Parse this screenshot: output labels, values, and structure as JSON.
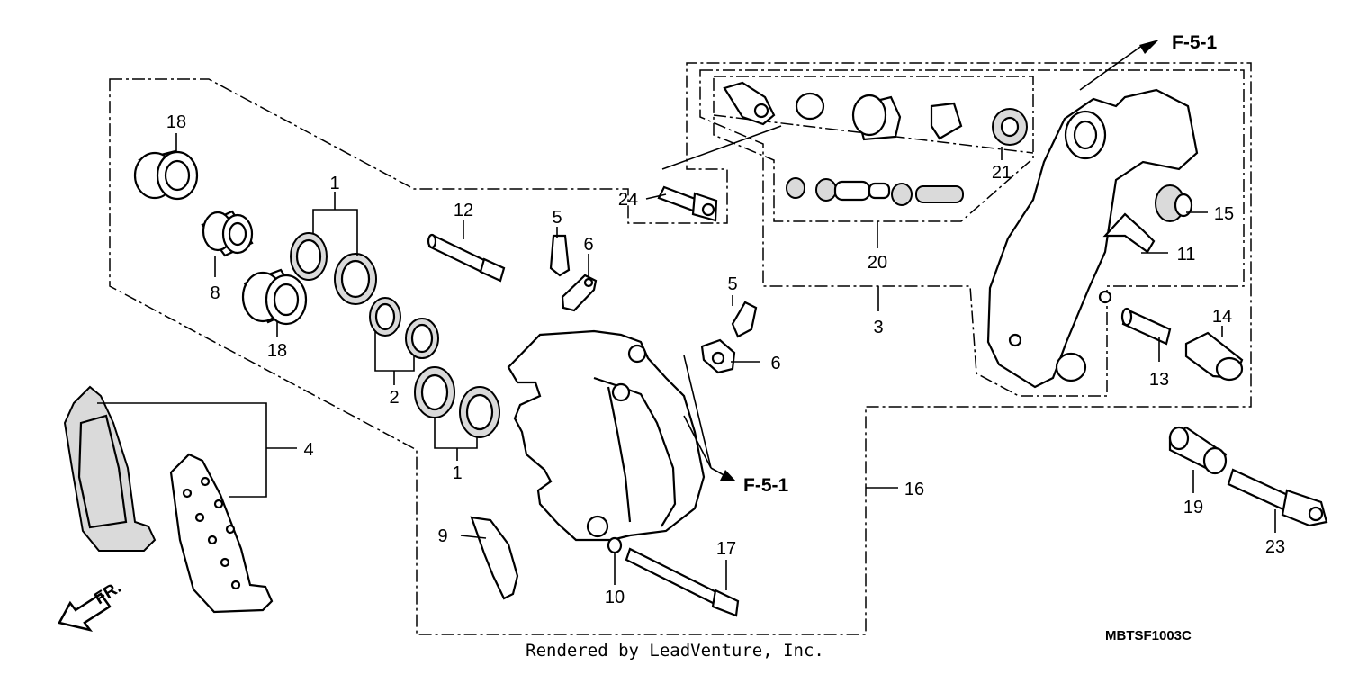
{
  "diagram_code": "MBTSF1003C",
  "credit": "Rendered by LeadVenture, Inc.",
  "direction_label": "FR.",
  "ref_label": "F-5-1",
  "callouts": {
    "c18a": "18",
    "c8": "8",
    "c18b": "18",
    "c1a": "1",
    "c1b": "1",
    "c2": "2",
    "c4": "4",
    "c12": "12",
    "c5a": "5",
    "c6a": "6",
    "c5b": "5",
    "c6b": "6",
    "c9": "9",
    "c10": "10",
    "c17": "17",
    "c24": "24",
    "c20": "20",
    "c21": "21",
    "c3": "3",
    "c15": "15",
    "c11": "11",
    "c13": "13",
    "c14": "14",
    "c16": "16",
    "c19": "19",
    "c23": "23"
  }
}
